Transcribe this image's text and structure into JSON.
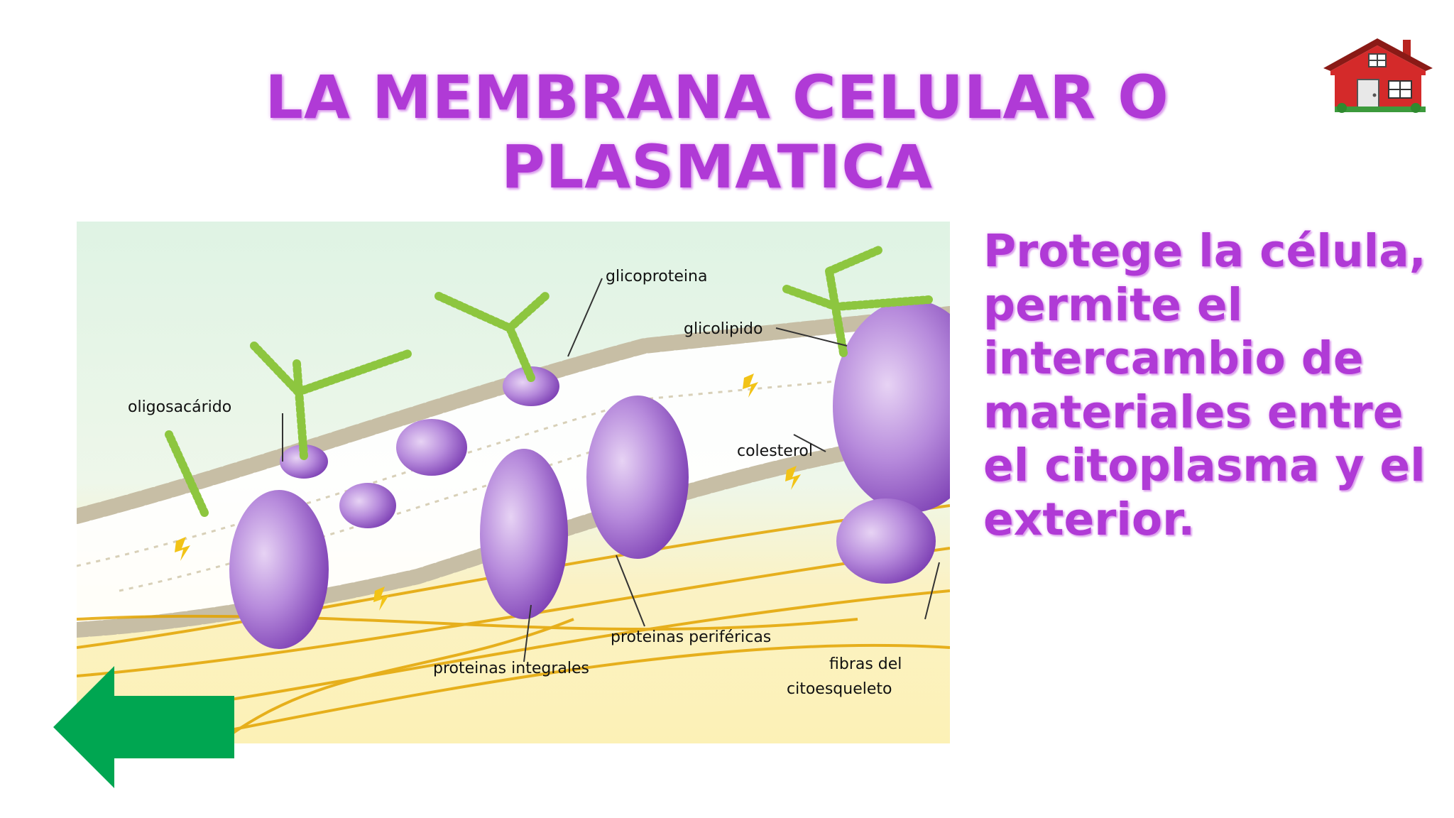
{
  "slide": {
    "title": "LA MEMBRANA CELULAR O PLASMATICA",
    "description": "Protege la célula, permite el intercambio de materiales entre el citoplasma y el exterior."
  },
  "diagram": {
    "labels": {
      "glicoproteina": "glicoproteina",
      "glicolipido": "glicolipido",
      "oligosacarido": "oligosacárido",
      "colesterol": "colesterol",
      "proteinas_perifericas": "proteinas periféricas",
      "proteinas_integrales": "proteinas integrales",
      "fibras_line1": "fibras del",
      "fibras_line2": "citoesqueleto"
    }
  },
  "navigation": {
    "home_icon": "house-icon",
    "back_icon": "arrow-left-icon"
  },
  "colors": {
    "title": "#b03ad6",
    "arrow": "#00a651",
    "house_roof": "#d42a2a",
    "protein": "#8e4fc4",
    "cytoskeleton": "#e3a400",
    "glycan": "#8dc63f"
  }
}
